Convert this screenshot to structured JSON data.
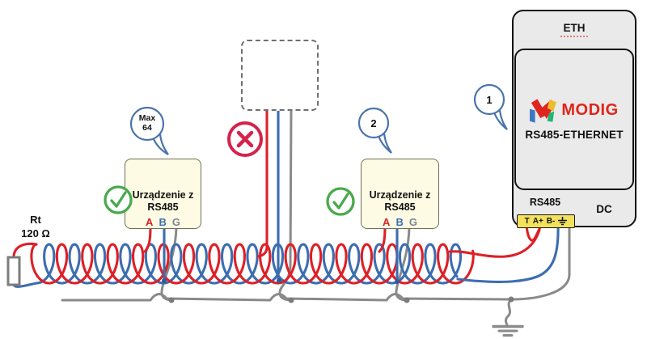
{
  "colors": {
    "wire_red": "#dd2027",
    "wire_blue": "#3c6db0",
    "wire_gray": "#8a8a8a",
    "box_yellow": "#fdfbe3",
    "terminal_yellow": "#f3e15c",
    "ok_green": "#4aa94e",
    "error_red": "#d6224c",
    "bubble_blue": "#4a74ab",
    "brand_red": "#e1251b"
  },
  "termination": {
    "label": "Rt",
    "value": "120 Ω"
  },
  "callouts": {
    "max_line1": "Max",
    "max_line2": "64",
    "n1": "1",
    "n2": "2"
  },
  "device": {
    "line1": "Urządzenie z",
    "line2": "RS485",
    "t_a": "A",
    "t_b": "B",
    "t_g": "G"
  },
  "converter": {
    "eth": "ETH",
    "brand": "MODIG",
    "model": "RS485-ETHERNET",
    "rs485": "RS485",
    "dc": "DC",
    "t_t": "T",
    "t_a": "A+",
    "t_b": "B-"
  },
  "icons": {
    "earth_ground": "earth-ground-icon",
    "ok": "check-icon",
    "error": "cross-icon",
    "callout": "speech-bubble-icon",
    "brand_mark": "modig-m-logo-icon"
  }
}
